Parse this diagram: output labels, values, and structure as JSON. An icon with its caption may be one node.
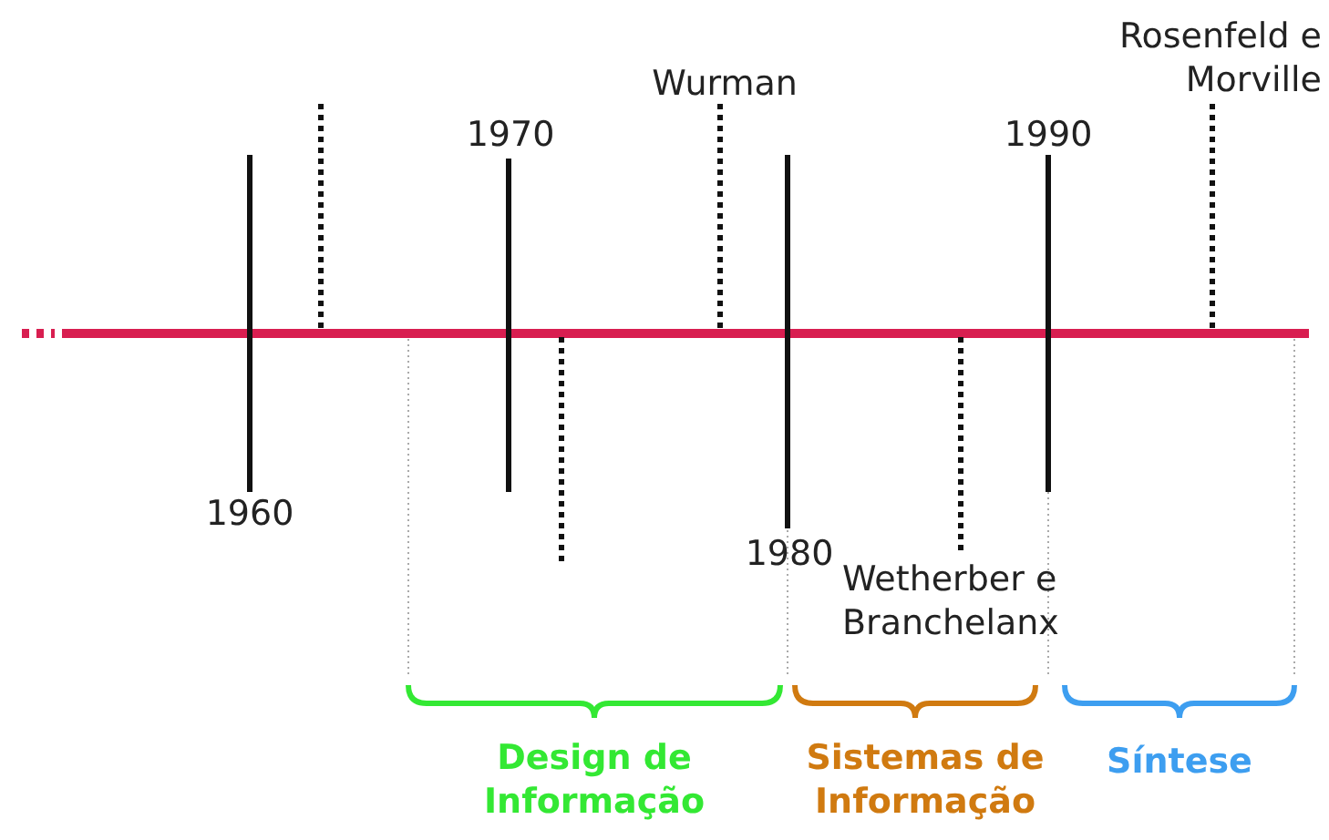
{
  "diagram": {
    "labels": [
      "Rosenfeld e Morville",
      "Wurman",
      "1970",
      "1990",
      "1960",
      "1980",
      "Wetherber e Branchelanx",
      "Design de Informação",
      "Sistemas de Informação",
      "Síntese"
    ]
  }
}
